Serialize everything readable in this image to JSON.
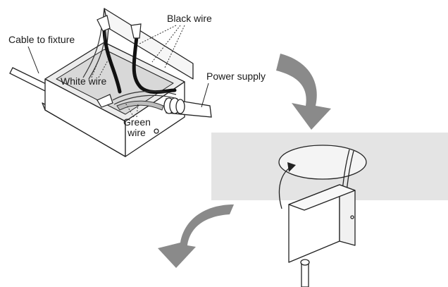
{
  "labels": {
    "cable_to_fixture": "Cable to fixture",
    "black_wire": "Black wire",
    "white_wire": "White wire",
    "power_supply": "Power supply",
    "green_wire": "Green wire"
  },
  "colors": {
    "ceiling_panel": "#e4e4e4",
    "arrow_gray": "#8a8a8a",
    "line": "#222222"
  }
}
